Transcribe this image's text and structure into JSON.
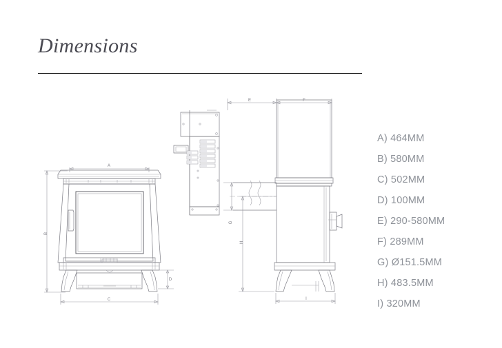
{
  "page": {
    "title": "Dimensions",
    "background_color": "#ffffff",
    "rule_color": "#1a1a1a"
  },
  "legend": {
    "text_color": "#8e9299",
    "items": [
      {
        "key": "A",
        "label": "A) 464MM"
      },
      {
        "key": "B",
        "label": "B) 580MM"
      },
      {
        "key": "C",
        "label": "C) 502MM"
      },
      {
        "key": "D",
        "label": "D) 100MM"
      },
      {
        "key": "E",
        "label": "E) 290-580MM"
      },
      {
        "key": "F",
        "label": "F) 289MM"
      },
      {
        "key": "G",
        "label": "G) Ø151.5MM"
      },
      {
        "key": "H",
        "label": "H) 483.5MM"
      },
      {
        "key": "I",
        "label": "I) 320MM"
      }
    ]
  },
  "drawings": {
    "front_view": {
      "name": "stove-front-elevation",
      "dimension_labels": [
        "A",
        "B",
        "C",
        "D"
      ]
    },
    "rear_view": {
      "name": "stove-rear-elevation",
      "dimension_labels": []
    },
    "side_view": {
      "name": "stove-side-elevation",
      "dimension_labels": [
        "E",
        "F",
        "G",
        "H",
        "I"
      ]
    },
    "labels": {
      "a": "A",
      "b": "B",
      "c": "C",
      "d": "D",
      "e": "E",
      "f": "F",
      "g": "G",
      "h": "H",
      "i": "I"
    }
  }
}
